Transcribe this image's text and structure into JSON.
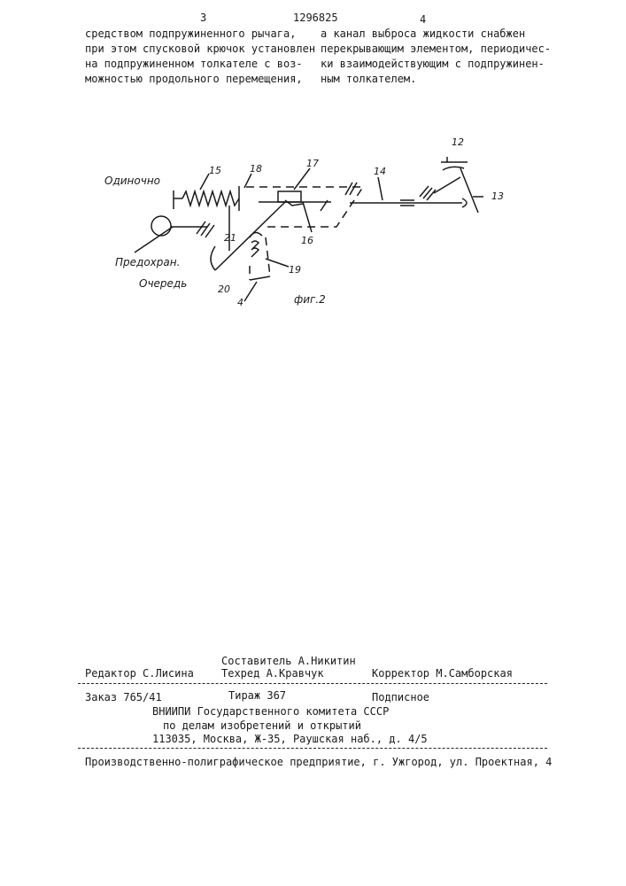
{
  "header": {
    "page_left": "3",
    "patent_number": "1296825",
    "page_right": "4"
  },
  "left_column": [
    "средством подпружиненного рычага,",
    "при этом спусковой крючок установлен",
    "на подпружиненном толкателе с воз-",
    "можностью продольного перемещения,"
  ],
  "right_column": [
    "а канал выброса жидкости снабжен",
    "перекрывающим элементом, периодичес-",
    "ки взаимодействующим с подпружинен-",
    "ным толкателем."
  ],
  "figure": {
    "caption": "фиг.2",
    "labels": {
      "single": "Одиночно",
      "safety": "Предохран.",
      "burst": "Очередь"
    },
    "numbers": [
      "15",
      "18",
      "17",
      "14",
      "12",
      "13",
      "21",
      "16",
      "19",
      "20",
      "4"
    ]
  },
  "footer": {
    "compiler": "Составитель А.Никитин",
    "editor": "Редактор С.Лисина",
    "techred": "Техред А.Кравчук",
    "corrector": "Корректор М.Самборская",
    "order": "Заказ 765/41",
    "circulation": "Тираж 367",
    "subscription": "Подписное",
    "org_line1": "ВНИИПИ Государственного комитета СССР",
    "org_line2": "по делам изобретений и открытий",
    "org_line3": "113035, Москва, Ж-35, Раушская наб., д. 4/5",
    "printer": "Производственно-полиграфическое предприятие, г. Ужгород, ул. Проектная, 4"
  }
}
